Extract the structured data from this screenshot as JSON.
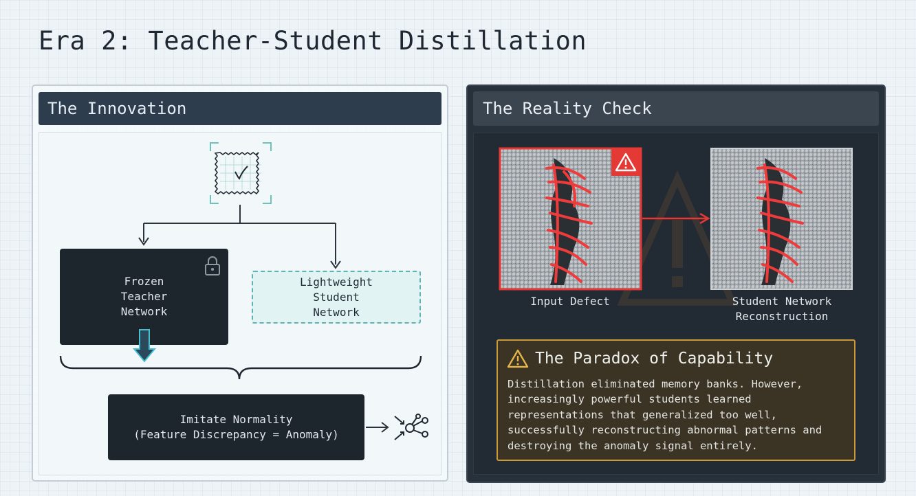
{
  "title": "Era 2: Teacher-Student Distillation",
  "left_panel": {
    "header": "The Innovation",
    "teacher_label": "Frozen Teacher Network",
    "student_label": "Lightweight Student Network",
    "imitate_line1": "Imitate Normality",
    "imitate_line2": "(Feature Discrepancy = Anomaly)",
    "icons": [
      "image-patch-icon",
      "lock-icon",
      "down-arrow-icon",
      "brace-icon",
      "anomaly-scatter-icon"
    ]
  },
  "right_panel": {
    "header": "The Reality Check",
    "input_label": "Input Defect",
    "recon_label_line1": "Student Network",
    "recon_label_line2": "Reconstruction",
    "paradox_title": "The Paradox of Capability",
    "paradox_text": "Distillation eliminated memory banks. However, increasingly powerful students learned representations that generalized too well, successfully reconstructing abnormal patterns and destroying the anomaly signal entirely.",
    "icons": [
      "warning-icon",
      "right-arrow-icon"
    ]
  },
  "colors": {
    "dark_header": "#2e3d4e",
    "teal_accent": "#5fb2b2",
    "defect_red": "#e53935",
    "gold_border": "#c99a35"
  }
}
